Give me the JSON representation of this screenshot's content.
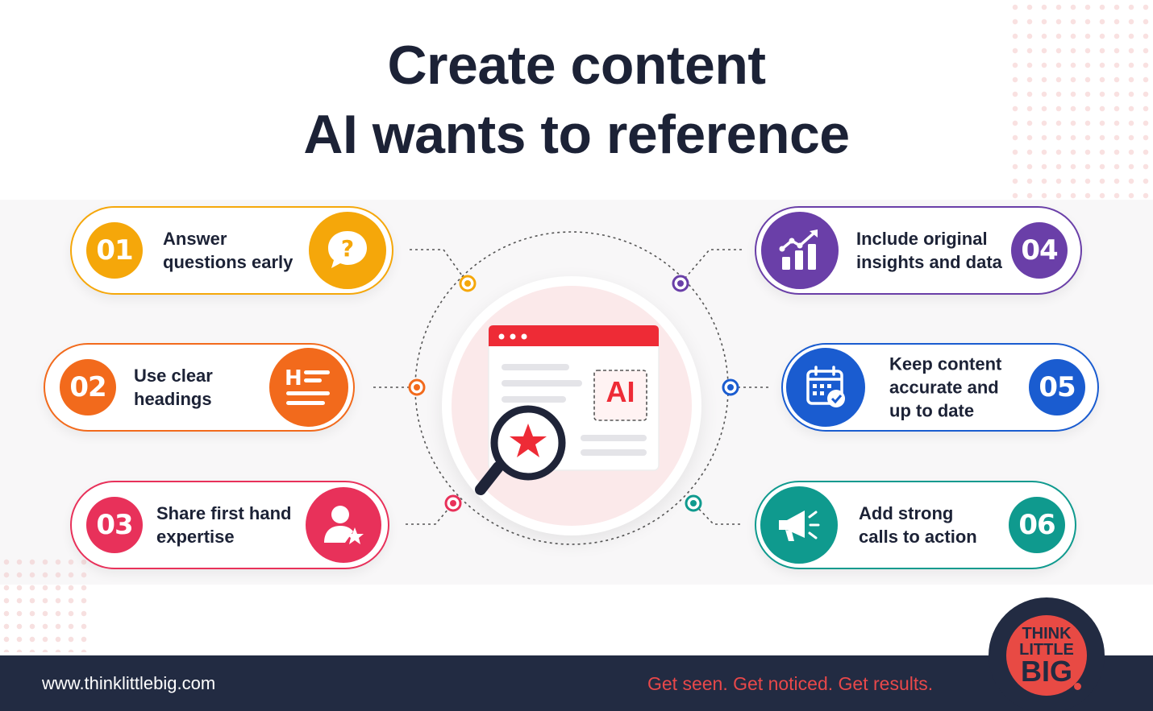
{
  "title": {
    "line1": "Create content",
    "line2": "AI wants to reference"
  },
  "colors": {
    "step1": "#f5a70a",
    "step2": "#f26a1c",
    "step3": "#e8315a",
    "step4": "#6a3fa8",
    "step5": "#1a5cd0",
    "step6": "#0f9a8e",
    "accent": "#e8484a",
    "dark": "#222b42"
  },
  "steps": [
    {
      "number": "01",
      "label": "Answer\nquestions early",
      "icon": "question-bubble-icon",
      "color": "#f5a70a"
    },
    {
      "number": "02",
      "label": "Use clear\nheadings",
      "icon": "heading-icon",
      "color": "#f26a1c"
    },
    {
      "number": "03",
      "label": "Share first hand\nexpertise",
      "icon": "expert-star-icon",
      "color": "#e8315a"
    },
    {
      "number": "04",
      "label": "Include original\ninsights and data",
      "icon": "growth-chart-icon",
      "color": "#6a3fa8"
    },
    {
      "number": "05",
      "label": "Keep content\naccurate and\nup to date",
      "icon": "calendar-check-icon",
      "color": "#1a5cd0"
    },
    {
      "number": "06",
      "label": "Add strong\ncalls to action",
      "icon": "megaphone-icon",
      "color": "#0f9a8e"
    }
  ],
  "center": {
    "badge": "AI",
    "icon": "browser-magnifier-star-icon"
  },
  "footer": {
    "url": "www.thinklittlebig.com",
    "tagline": "Get seen. Get noticed. Get results."
  },
  "logo": {
    "line1": "THINK",
    "line2": "LITTLE",
    "line3": "BIG"
  }
}
